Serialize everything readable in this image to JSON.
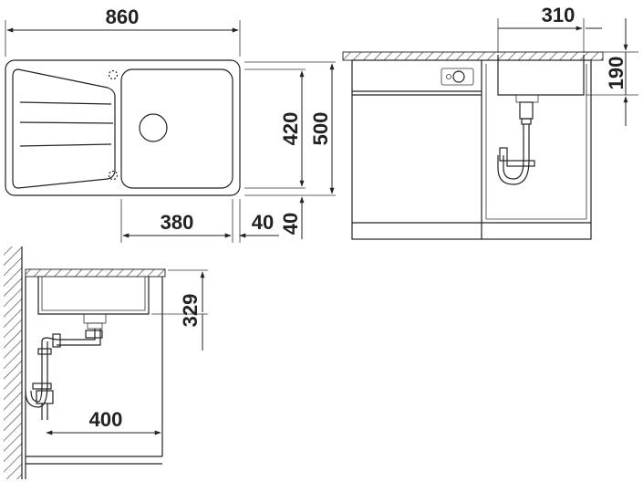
{
  "dimensions": {
    "sink_width": "860",
    "inner_depth": "420",
    "outer_depth": "500",
    "bowl_width": "380",
    "rim_right": "40",
    "rim_bottom": "40",
    "bowl_side_width": "310",
    "bowl_height": "190",
    "bowl_depth": "329",
    "drain_offset": "400"
  },
  "colors": {
    "line": "#222222",
    "background": "#ffffff",
    "countertop": "#d9d9d9"
  }
}
